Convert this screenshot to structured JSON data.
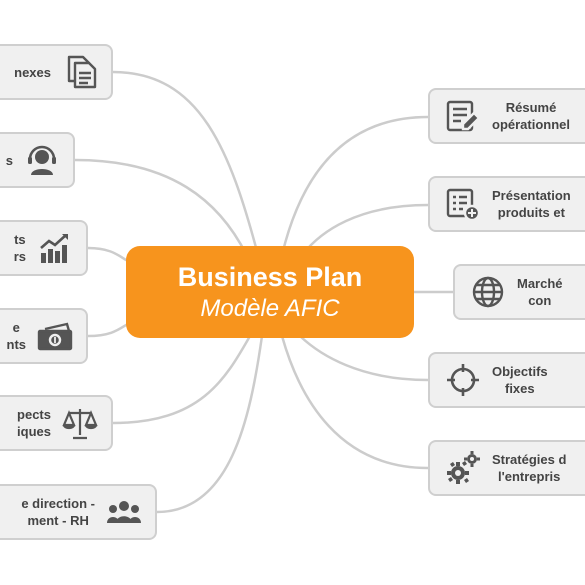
{
  "central": {
    "title": "Business Plan",
    "subtitle": "Modèle AFIC"
  },
  "left_nodes": [
    {
      "label": "nexes",
      "icon": "documents-icon"
    },
    {
      "label": "s",
      "icon": "customer-support-icon"
    },
    {
      "label": "ts\nrs",
      "icon": "growth-chart-icon"
    },
    {
      "label": "e\nnts",
      "icon": "money-bills-icon"
    },
    {
      "label": "pects\niques",
      "icon": "scales-icon"
    },
    {
      "label": "e direction -\nment - RH",
      "icon": "team-icon"
    }
  ],
  "right_nodes": [
    {
      "label": "Résumé\nopérationnel",
      "icon": "document-edit-icon"
    },
    {
      "label": "Présentation\nproduits et",
      "icon": "list-add-icon"
    },
    {
      "label": "Marché\ncon",
      "icon": "globe-icon"
    },
    {
      "label": "Objectifs\nfixes",
      "icon": "target-icon"
    },
    {
      "label": "Stratégies d\nl'entrepris",
      "icon": "gears-icon"
    }
  ],
  "colors": {
    "central": "#f7941d",
    "node_bg": "#f0f0f0",
    "node_border": "#cfcfcf",
    "connector": "#cccccc",
    "icon": "#555555",
    "text": "#444444"
  }
}
